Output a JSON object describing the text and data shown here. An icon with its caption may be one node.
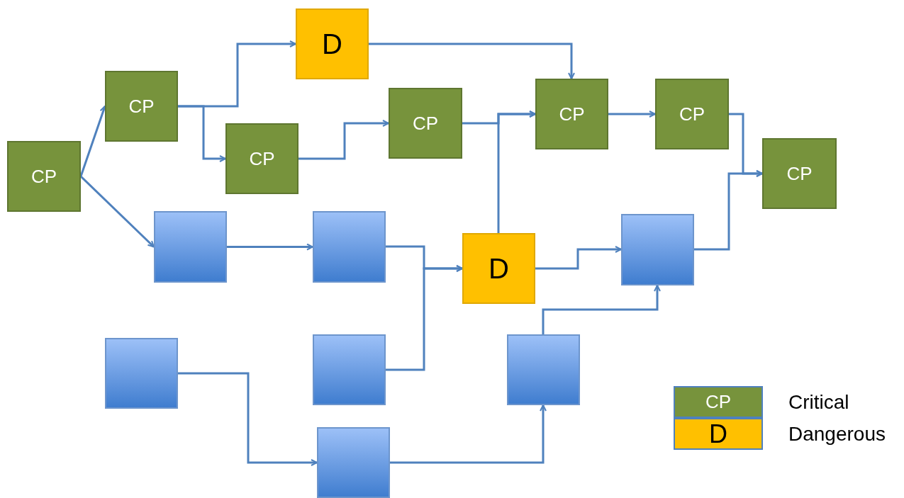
{
  "diagram": {
    "nodes": [
      {
        "text": [
          "CP"
        ]
      },
      {
        "text": [
          "CP"
        ]
      },
      {
        "text": [
          "D"
        ]
      },
      {
        "text": [
          "CP"
        ]
      },
      {
        "text": [
          "CP"
        ]
      },
      {
        "text": [
          "CP"
        ]
      },
      {
        "text": [
          "CP"
        ]
      },
      {
        "text": [
          "CP"
        ]
      },
      {
        "text": [],
        "shape": "box"
      },
      {
        "text": [],
        "shape": "box"
      },
      {
        "text": [
          "D"
        ]
      },
      {
        "text": [],
        "shape": "box"
      },
      {
        "text": [],
        "shape": "box"
      },
      {
        "text": [],
        "shape": "box"
      },
      {
        "text": [],
        "shape": "box"
      },
      {
        "text": [],
        "shape": "box"
      }
    ],
    "edges": [
      {
        "from": 0,
        "to": 1,
        "arrow": "to"
      },
      {
        "from": 0,
        "to": 8,
        "arrow": "to"
      },
      {
        "from": 1,
        "to": 2,
        "arrow": "to"
      },
      {
        "from": 1,
        "to": 3,
        "arrow": "to"
      },
      {
        "from": 3,
        "to": 4,
        "arrow": "to"
      },
      {
        "from": 2,
        "to": 5,
        "arrow": "to"
      },
      {
        "from": 4,
        "to": 5,
        "arrow": "to"
      },
      {
        "from": 10,
        "to": 5,
        "arrow": "to"
      },
      {
        "from": 5,
        "to": 6,
        "arrow": "to"
      },
      {
        "from": 6,
        "to": 7,
        "arrow": "to"
      },
      {
        "from": 11,
        "to": 7,
        "arrow": "to"
      },
      {
        "from": 8,
        "to": 9,
        "arrow": "to"
      },
      {
        "from": 9,
        "to": 10,
        "arrow": "to"
      },
      {
        "from": 13,
        "to": 10,
        "arrow": "to"
      },
      {
        "from": 10,
        "to": 11,
        "arrow": "to"
      },
      {
        "from": 14,
        "to": 11,
        "arrow": "to"
      },
      {
        "from": 12,
        "to": 15,
        "arrow": "to"
      },
      {
        "from": 15,
        "to": 14,
        "arrow": "to"
      }
    ],
    "labels": [
      "CP",
      "D"
    ],
    "legend": [
      {
        "text": "Critical",
        "color": "#77933c"
      },
      {
        "text": "Dangerous",
        "color": "#ffc000"
      }
    ]
  }
}
